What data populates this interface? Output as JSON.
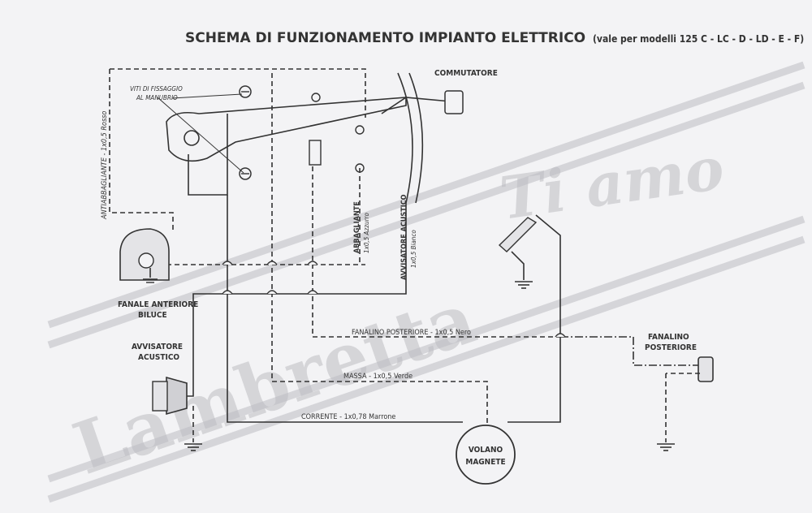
{
  "title": "SCHEMA DI FUNZIONAMENTO IMPIANTO ELETTRICO",
  "subtitle": "(vale per modelli 125 C - LC - D - LD - E - F)",
  "components": {
    "commutatore": "COMMUTATORE",
    "viti_1": "VITI DI FISSAGGIO",
    "viti_2": "AL MANUBRIO",
    "fanale_ant_1": "FANALE ANTERIORE",
    "fanale_ant_2": "BILUCE",
    "avvisatore_1": "AVVISATORE",
    "avvisatore_2": "ACUSTICO",
    "fanalino_1": "FANALINO",
    "fanalino_2": "POSTERIORE",
    "volano_1": "VOLANO",
    "volano_2": "MAGNETE"
  },
  "wires": {
    "antiabbagliante": "ANTIABBAGLIANTE - 1x0,5 Rosso",
    "abbagliante_1": "ABBAGLIANTE",
    "abbagliante_2": "1x0,5 Azzurro",
    "avvisatore_1": "AVVISATORE ACUSTICO",
    "avvisatore_2": "1x0,5 Bianco",
    "fanalino": "FANALINO POSTERIORE - 1x0,5 Nero",
    "massa": "MASSA - 1x0,5 Verde",
    "corrente": "CORRENTE - 1x0,78 Marrone"
  },
  "watermark": {
    "brand": "Lambretta",
    "script": "Ti amo"
  }
}
